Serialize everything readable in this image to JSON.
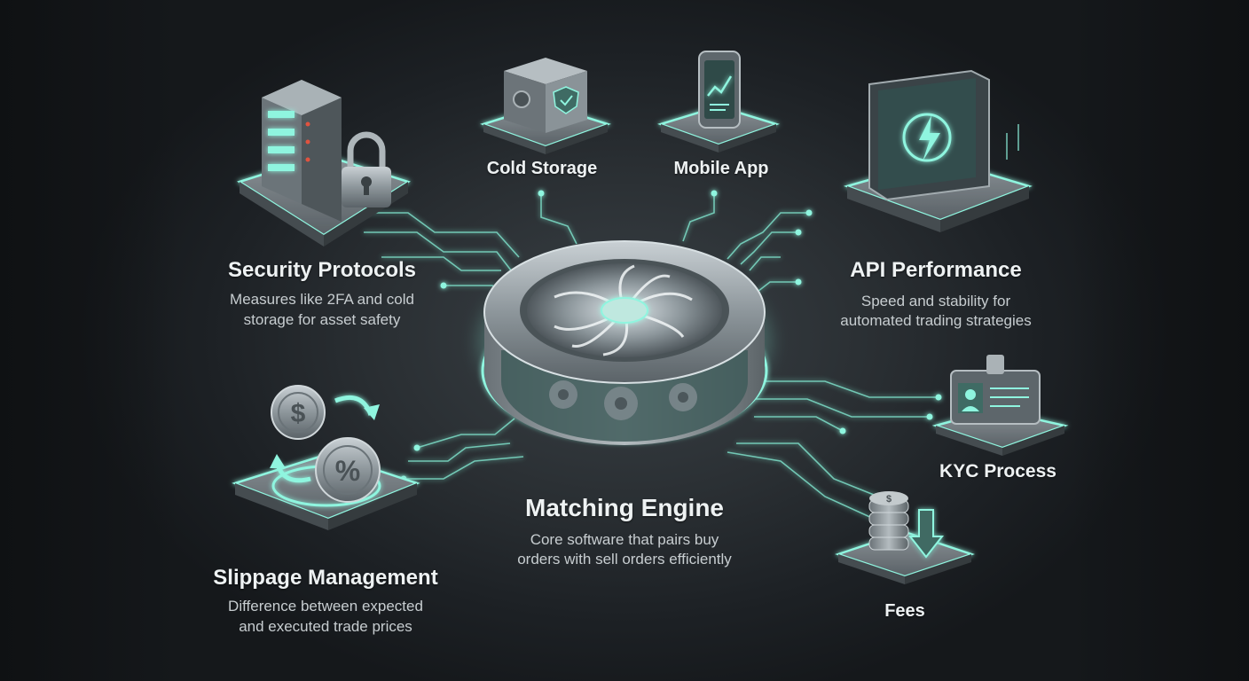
{
  "colors": {
    "glow": "#8ff5df",
    "metal": "#9aa3a8",
    "background": "#2a2f33"
  },
  "center": {
    "title": "Matching Engine",
    "desc_line1": "Core software that pairs buy",
    "desc_line2": "orders with sell orders efficiently",
    "icon": "fan-engine-icon"
  },
  "nodes": {
    "security": {
      "title": "Security Protocols",
      "desc_line1": "Measures like 2FA and cold",
      "desc_line2": "storage for asset safety",
      "icon": "server-lock-icon"
    },
    "cold_storage": {
      "title": "Cold Storage",
      "icon": "safe-shield-icon"
    },
    "mobile_app": {
      "title": "Mobile App",
      "icon": "phone-chart-icon"
    },
    "api": {
      "title": "API Performance",
      "desc_line1": "Speed and stability for",
      "desc_line2": "automated trading strategies",
      "icon": "lightning-monitor-icon"
    },
    "kyc": {
      "title": "KYC Process",
      "icon": "id-card-icon"
    },
    "fees": {
      "title": "Fees",
      "icon": "coin-stack-icon"
    },
    "slippage": {
      "title": "Slippage Management",
      "desc_line1": "Difference between expected",
      "desc_line2": "and executed trade prices",
      "icon": "coins-exchange-icon"
    }
  },
  "symbols": {
    "dollar": "$",
    "percent": "%"
  }
}
